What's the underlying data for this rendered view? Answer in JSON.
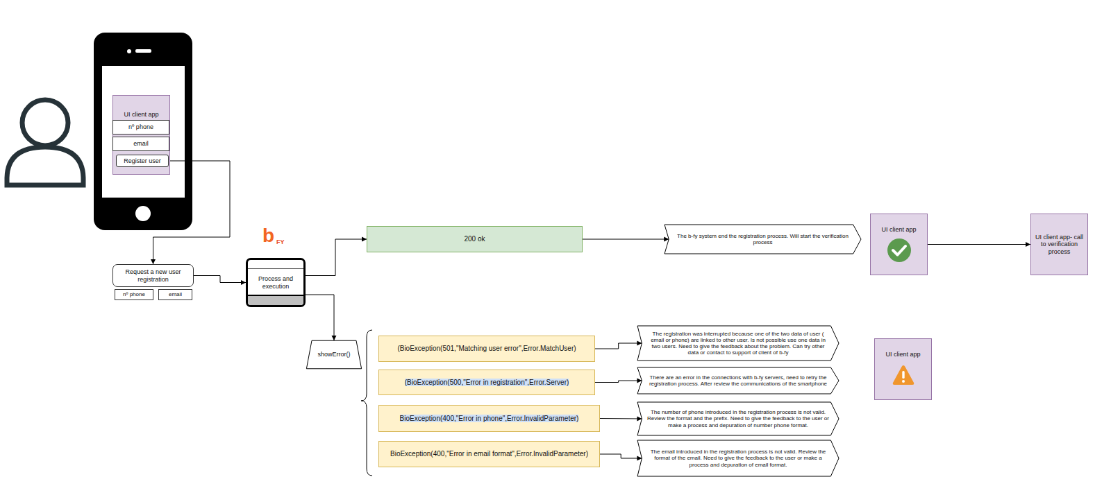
{
  "diagram": {
    "nodes": [
      {
        "text": [
          "UI client app"
        ]
      },
      {
        "text": [
          "nº phone"
        ],
        "in": 0
      },
      {
        "text": [
          "email"
        ],
        "in": 0
      },
      {
        "text": [
          "Register user"
        ],
        "in": 0
      },
      {
        "text": [
          "Request a new user registration"
        ]
      },
      {
        "text": [
          "nº phone"
        ]
      },
      {
        "text": [
          "email"
        ]
      },
      {
        "text": [
          "Process and execution"
        ]
      },
      {
        "text": [
          "200 ok"
        ]
      },
      {
        "text": [
          "The b-fy system end the registration process. Will start the verification process"
        ]
      },
      {
        "text": [
          "UI client app"
        ]
      },
      {
        "text": [
          "UI client app- call to verification process"
        ]
      },
      {
        "text": [
          "showError()"
        ]
      },
      {
        "text": [
          "(BioException(501,\"Matching user error\",Error.MatchUser)"
        ]
      },
      {
        "text": [
          "(BioException(500,\"Error in registration\",Error.Server)"
        ]
      },
      {
        "text": [
          "BioException(400,\"Error in phone\",Error.InvalidParameter)"
        ]
      },
      {
        "text": [
          "BioException(400,\"Error in email format\",Error.InvalidParameter)"
        ]
      },
      {
        "text": [
          "The registration was interrupted because one of the two data of user ( email or phone) are linked to other user. Is not possible use one data in two users. Need to give the feedback about the problem. Can try other data or contact to support of client of b-fy"
        ]
      },
      {
        "text": [
          "There are an error in the connections with b-fy servers, need to retry the registration process. After review the communications of the smartphone"
        ]
      },
      {
        "text": [
          "The number of phone introduced in the registration process is not valid. Review the format and the prefix. Need to give the feedback to the user or make a process and depuration of number phone format."
        ]
      },
      {
        "text": [
          "The email introduced in the registration process is not valid. Review the format of the email. Need to give the feedback to the user or make a process and depuration of email format."
        ]
      },
      {
        "text": [
          "UI client app"
        ]
      }
    ],
    "edges": [
      {
        "from": 3,
        "to": 4,
        "arrow": "to"
      },
      {
        "from": 4,
        "to": 7,
        "arrow": "to"
      },
      {
        "from": 7,
        "to": 8,
        "arrow": "to"
      },
      {
        "from": 7,
        "to": 12,
        "arrow": "to"
      },
      {
        "from": 8,
        "to": 9,
        "arrow": "to"
      },
      {
        "from": 10,
        "to": 11,
        "arrow": "to"
      },
      {
        "from": 13,
        "to": 17,
        "arrow": "to"
      },
      {
        "from": 14,
        "to": 18,
        "arrow": "to"
      },
      {
        "from": 15,
        "to": 19,
        "arrow": "to"
      },
      {
        "from": 16,
        "to": 20,
        "arrow": "to"
      }
    ],
    "labels": [
      "b",
      "FY"
    ]
  }
}
